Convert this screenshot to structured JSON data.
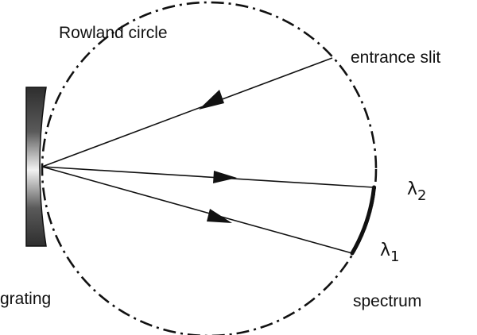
{
  "labels": {
    "rowland_circle": "Rowland circle",
    "entrance_slit": "entrance slit",
    "grating": "grating",
    "spectrum": "spectrum",
    "lambda_symbol": "λ",
    "lambda2_subscript": "2",
    "lambda1_subscript": "1"
  },
  "colors": {
    "line": "#111111",
    "grating_dark": "#2e2e2e",
    "grating_light": "#f2f2f2",
    "background": "#ffffff"
  }
}
